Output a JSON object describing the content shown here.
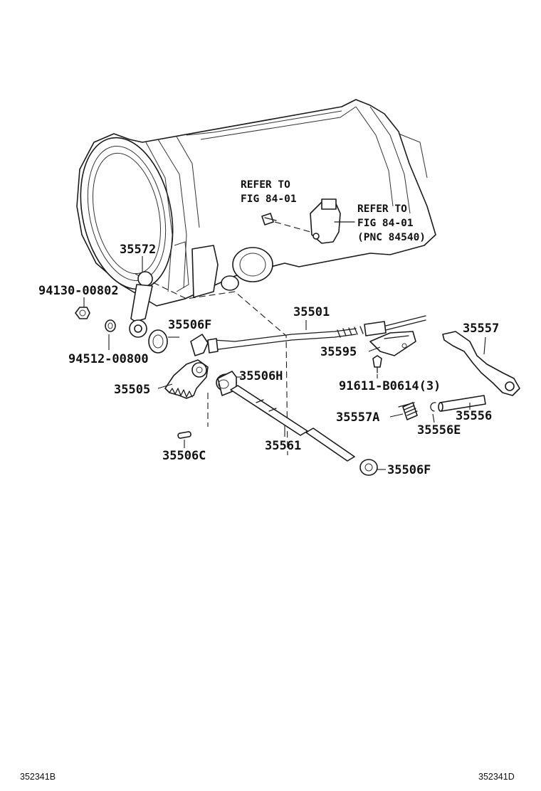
{
  "labels": {
    "p35572": "35572",
    "p94130": "94130-00802",
    "p94512": "94512-00800",
    "p35506F_top": "35506F",
    "p35505": "35505",
    "p35506H": "35506H",
    "p35506C": "35506C",
    "p35561": "35561",
    "p35506F_bottom": "35506F",
    "p35501": "35501",
    "p35595": "35595",
    "p91611": "91611-B0614(3)",
    "p35557": "35557",
    "p35557A": "35557A",
    "p35556": "35556",
    "p35556E": "35556E"
  },
  "refs": {
    "ref1_line1": "REFER TO",
    "ref1_line2": "FIG 84-01",
    "ref2_line1": "REFER TO",
    "ref2_line2": "FIG 84-01",
    "ref2_line3": "(PNC 84540)"
  },
  "footer": {
    "left_code": "352341B",
    "right_code": "352341D"
  }
}
